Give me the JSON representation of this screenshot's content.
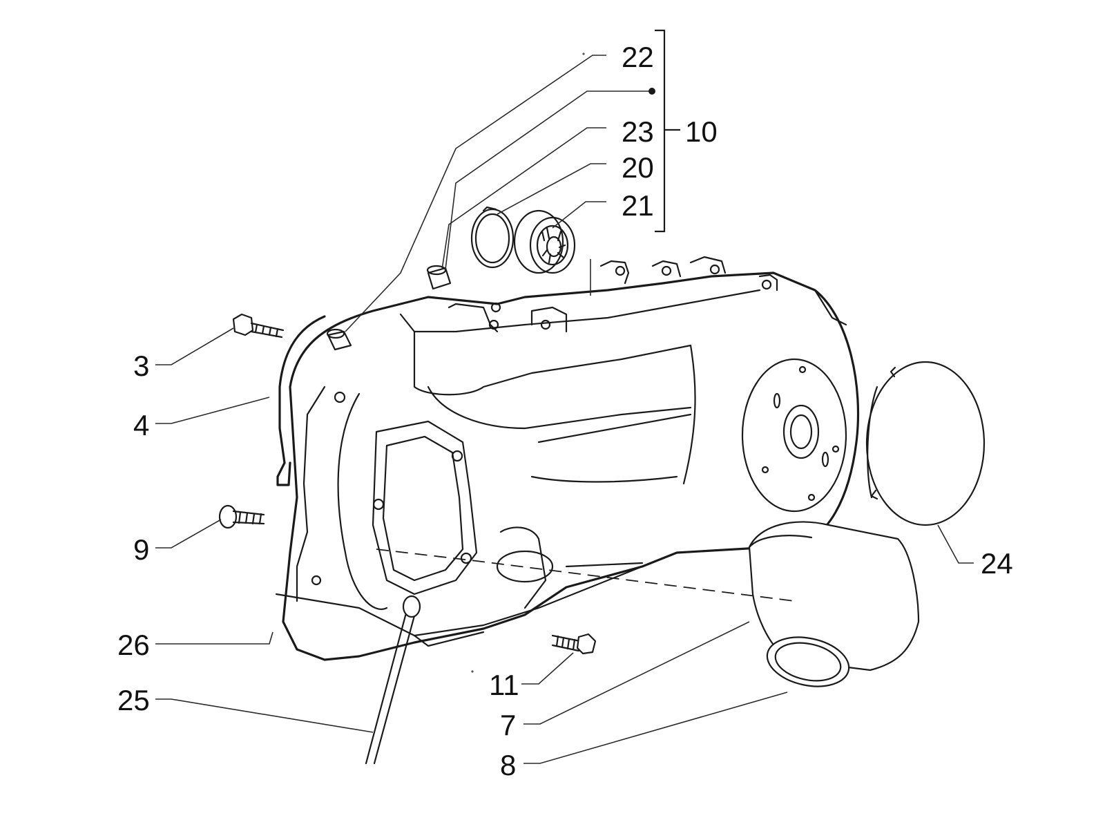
{
  "callouts": {
    "c22": "22",
    "c23": "23",
    "c20": "20",
    "c21": "21",
    "c10": "10",
    "c3": "3",
    "c4": "4",
    "c9": "9",
    "c26": "26",
    "c25": "25",
    "c11": "11",
    "c7": "7",
    "c8": "8",
    "c24": "24"
  },
  "colors": {
    "ink": "#1a1a1a",
    "paper": "#ffffff"
  }
}
